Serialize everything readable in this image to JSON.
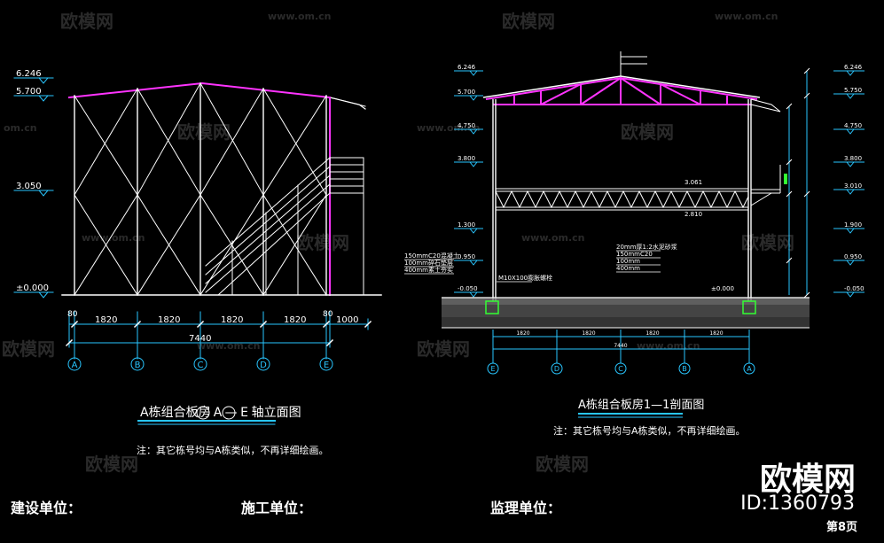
{
  "watermark": {
    "logo": "欧模网",
    "url": "www.om.cn",
    "url_short": "om.cn"
  },
  "elevation": {
    "levels": [
      "6.246",
      "5.700",
      "3.050",
      "±0.000"
    ],
    "bays": [
      "1820",
      "1820",
      "1820",
      "1820"
    ],
    "end_offsets": [
      "80",
      "80"
    ],
    "extra_span": "1000",
    "total": "7440",
    "axes": [
      "A",
      "B",
      "C",
      "D",
      "E"
    ],
    "title_prefix": "A栋组合板房",
    "title_axis_from": "A",
    "title_dash": "—",
    "title_axis_to": "E",
    "title_suffix": "轴立面图"
  },
  "section": {
    "levels_left": [
      "6.246",
      "5.700",
      "4.750",
      "3.800",
      "1.300",
      "0.950",
      "-0.050"
    ],
    "levels_right": [
      "6.246",
      "5.750",
      "4.750",
      "3.800",
      "3.010",
      "1.900",
      "0.950",
      "-0.050"
    ],
    "annotations": [
      "150mmC20混凝土",
      "100mm碎石垫层",
      "400mm素土夯实",
      "M10X100膨胀螺栓",
      "20mm厚1:2水泥砂浆",
      "150mmC20",
      "100mm",
      "400mm"
    ],
    "floor_levels": [
      "3.061",
      "2.810",
      "±0.000"
    ],
    "bays": [
      "1820",
      "1820",
      "1820",
      "1820"
    ],
    "total": "7440",
    "axes": [
      "E",
      "D",
      "C",
      "B",
      "A"
    ],
    "title": "A栋组合板房1—1剖面图"
  },
  "note": "注：其它栋号均与A栋类似，不再详细绘画。",
  "signatures": [
    "建设单位：",
    "施工单位：",
    "监理单位："
  ],
  "brand": {
    "name": "欧模网",
    "id": "ID:1360793",
    "page": "第8页"
  }
}
